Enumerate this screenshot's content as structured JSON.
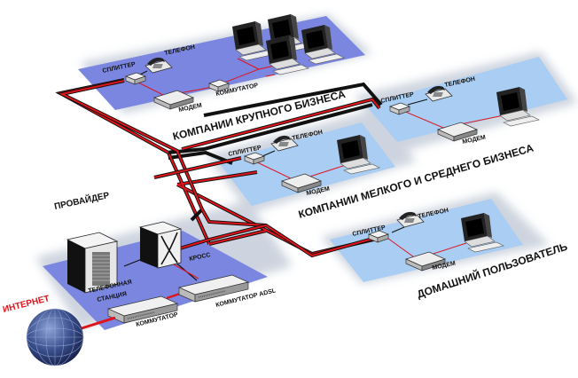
{
  "colors": {
    "panel_dark": "#7b86e0",
    "panel_light": "#a9cdf3",
    "line_red": "#e0141b",
    "line_black": "#111111",
    "internet_label": "#e0141b"
  },
  "zones": {
    "large_business": {
      "title": "КОМПАНИИ КРУПНОГО БИЗНЕСА",
      "labels": {
        "splitter": "СПЛИТТЕР",
        "phone": "ТЕЛЕФОН",
        "modem": "МОДЕМ",
        "switch": "КОММУТАТОР"
      },
      "computers": 4
    },
    "medium_business_right": {
      "labels": {
        "splitter": "СПЛИТТЕР",
        "phone": "ТЕЛЕФОН",
        "modem": "МОДЕМ"
      },
      "computers": 1
    },
    "small_medium_business": {
      "title": "КОМПАНИИ МЕЛКОГО И СРЕДНЕГО БИЗНЕСА",
      "labels": {
        "splitter": "СПЛИТТЕР",
        "phone": "ТЕЛЕФОН",
        "modem": "МОДЕМ"
      },
      "computers": 1
    },
    "home_user": {
      "title": "ДОМАШНИЙ ПОЛЬЗОВАТЕЛЬ",
      "labels": {
        "splitter": "СПЛИТТЕР",
        "phone": "ТЕЛЕФОН",
        "modem": "МОДЕМ"
      },
      "computers": 1
    },
    "provider": {
      "title": "ПРОВАЙДЕР",
      "labels": {
        "exchange": "ТЕЛЕФОННАЯ",
        "exchange2": "СТАНЦИЯ",
        "cross": "КРОСС",
        "switch": "КОММУТАТОР",
        "adsl_switch": "КОММУТАТОР ADSL"
      }
    },
    "internet": {
      "label": "ИНТЕРНЕТ"
    }
  }
}
